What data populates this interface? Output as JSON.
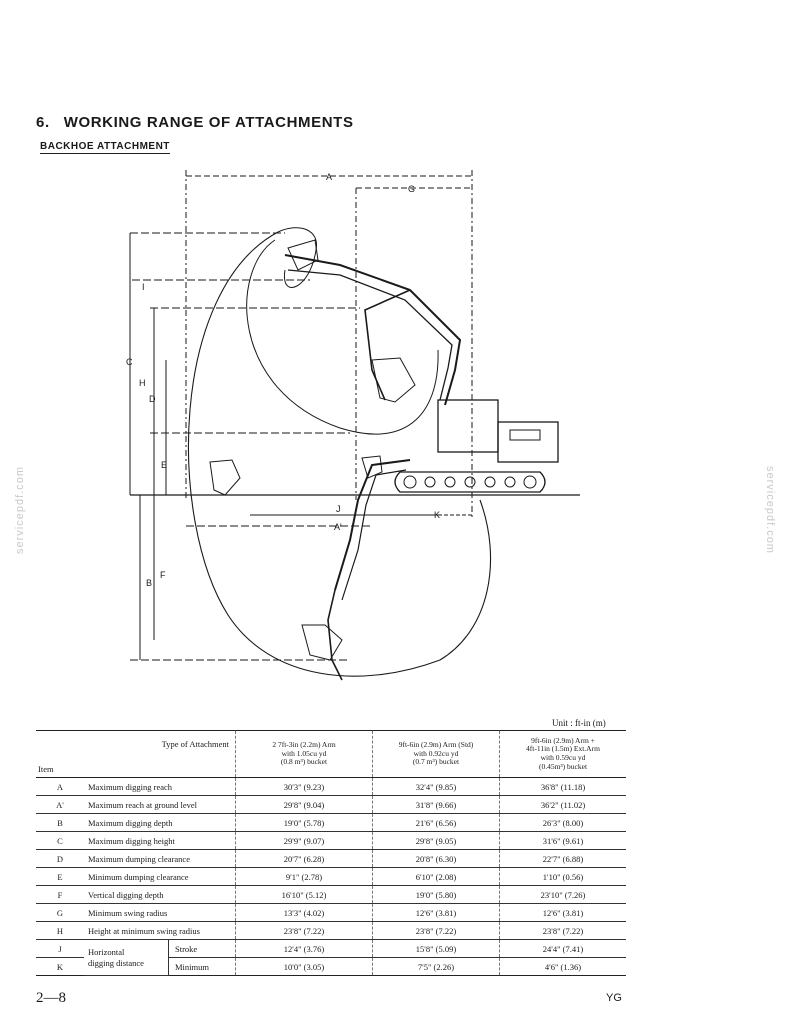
{
  "section": {
    "number": "6.",
    "title": "WORKING RANGE OF ATTACHMENTS"
  },
  "subtitle": "BACKHOE ATTACHMENT",
  "diagram_labels": {
    "A": "A",
    "G": "G",
    "I": "I",
    "C": "C",
    "H": "H",
    "D": "D",
    "E": "E",
    "J": "J",
    "K": "K",
    "A_prime": "A'",
    "B": "B",
    "F": "F"
  },
  "watermark": "servicepdf.com",
  "table": {
    "unit": "Unit : ft-in (m)",
    "header": {
      "item": "Item",
      "type": "Type of Attachment",
      "col1": [
        "2  7ft-3in (2.2m) Arm",
        "with 1.05cu yd",
        "[                        ]",
        "(0.8 m³) bucket"
      ],
      "col2": [
        "9ft-6in (2.9m) Arm (Std)",
        "with 0.92cu yd",
        "(0.7 m³) bucket"
      ],
      "col3": [
        "9ft-6in (2.9m) Arm +",
        "4ft-11in (1.5m) Ext.Arm",
        "with 0.59cu yd",
        "(0.45m³) bucket"
      ]
    },
    "rows": [
      {
        "code": "A",
        "name": "Maximum digging reach",
        "v1": "30'3\" (9.23)",
        "v2": "32'4\" (9.85)",
        "v3": "36'8\" (11.18)"
      },
      {
        "code": "A'",
        "name": "Maximum reach at ground level",
        "v1": "29'8\" (9.04)",
        "v2": "31'8\" (9.66)",
        "v3": "36'2\" (11.02)"
      },
      {
        "code": "B",
        "name": "Maximum digging depth",
        "v1": "19'0\" (5.78)",
        "v2": "21'6\" (6.56)",
        "v3": "26'3\" (8.00)"
      },
      {
        "code": "C",
        "name": "Maximum digging height",
        "v1": "29'9\" (9.07)",
        "v2": "29'8\" (9.05)",
        "v3": "31'6\" (9.61)"
      },
      {
        "code": "D",
        "name": "Maximum dumping clearance",
        "v1": "20'7\" (6.28)",
        "v2": "20'8\" (6.30)",
        "v3": "22'7\" (6.88)"
      },
      {
        "code": "E",
        "name": "Minimum dumping clearance",
        "v1": "9'1\" (2.78)",
        "v2": "6'10\" (2.08)",
        "v3": "1'10\" (0.56)"
      },
      {
        "code": "F",
        "name": "Vertical digging depth",
        "v1": "16'10\" (5.12)",
        "v2": "19'0\" (5.80)",
        "v3": "23'10\" (7.26)"
      },
      {
        "code": "G",
        "name": "Minimum swing radius",
        "v1": "13'3\" (4.02)",
        "v2": "12'6\" (3.81)",
        "v3": "12'6\" (3.81)"
      },
      {
        "code": "H",
        "name": "Height at minimum swing radius",
        "v1": "23'8\" (7.22)",
        "v2": "23'8\" (7.22)",
        "v3": "23'8\" (7.22)"
      }
    ],
    "horizontal": {
      "label": [
        "Horizontal",
        "digging distance"
      ],
      "j": {
        "code": "J",
        "sub": "Stroke",
        "v1": "12'4\" (3.76)",
        "v2": "15'8\" (5.09)",
        "v3": "24'4\" (7.41)"
      },
      "k": {
        "code": "K",
        "sub": "Minimum",
        "v1": "10'0\" (3.05)",
        "v2": "7'5\" (2.26)",
        "v3": "4'6\" (1.36)"
      }
    }
  },
  "footer": {
    "page": "2—8",
    "code": "YG"
  }
}
